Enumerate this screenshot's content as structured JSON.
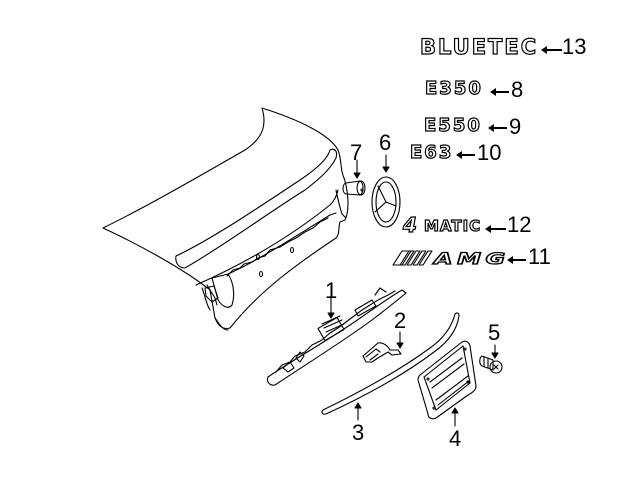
{
  "diagram": {
    "type": "exploded-parts-diagram",
    "subject": "trunk lid with emblems and license plate components",
    "line_color": "#000000",
    "background": "#ffffff"
  },
  "emblems": [
    {
      "id": "13",
      "text": "BLUETEC",
      "callout": "13"
    },
    {
      "id": "8",
      "text": "E350",
      "callout": "8"
    },
    {
      "id": "9",
      "text": "E550",
      "callout": "9"
    },
    {
      "id": "10",
      "text": "E63",
      "callout": "10"
    },
    {
      "id": "12",
      "text_num": "4",
      "text": "MATIC",
      "callout": "12"
    },
    {
      "id": "11",
      "text": "AMG",
      "callout": "11"
    }
  ],
  "parts": [
    {
      "callout": "1",
      "name": "handle-light-assembly"
    },
    {
      "callout": "2",
      "name": "bracket"
    },
    {
      "callout": "3",
      "name": "trim-molding"
    },
    {
      "callout": "4",
      "name": "license-plate-bracket"
    },
    {
      "callout": "5",
      "name": "screw"
    },
    {
      "callout": "6",
      "name": "star-emblem"
    },
    {
      "callout": "7",
      "name": "grommet"
    }
  ]
}
